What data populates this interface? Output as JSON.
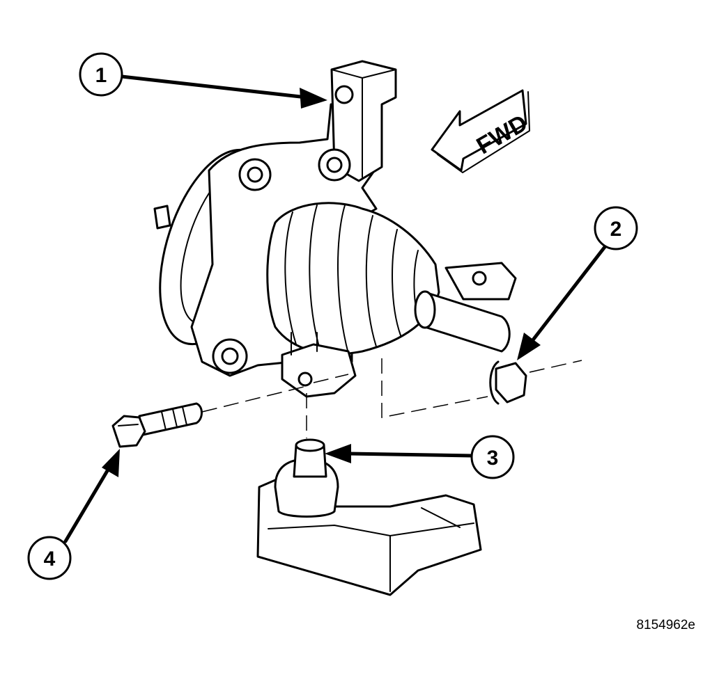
{
  "callouts": [
    {
      "number": "1"
    },
    {
      "number": "2"
    },
    {
      "number": "3"
    },
    {
      "number": "4"
    }
  ],
  "direction_indicator": {
    "label": "FWD"
  },
  "figure_reference": "8154962e",
  "colors": {
    "ink": "#000000",
    "background": "#ffffff"
  }
}
